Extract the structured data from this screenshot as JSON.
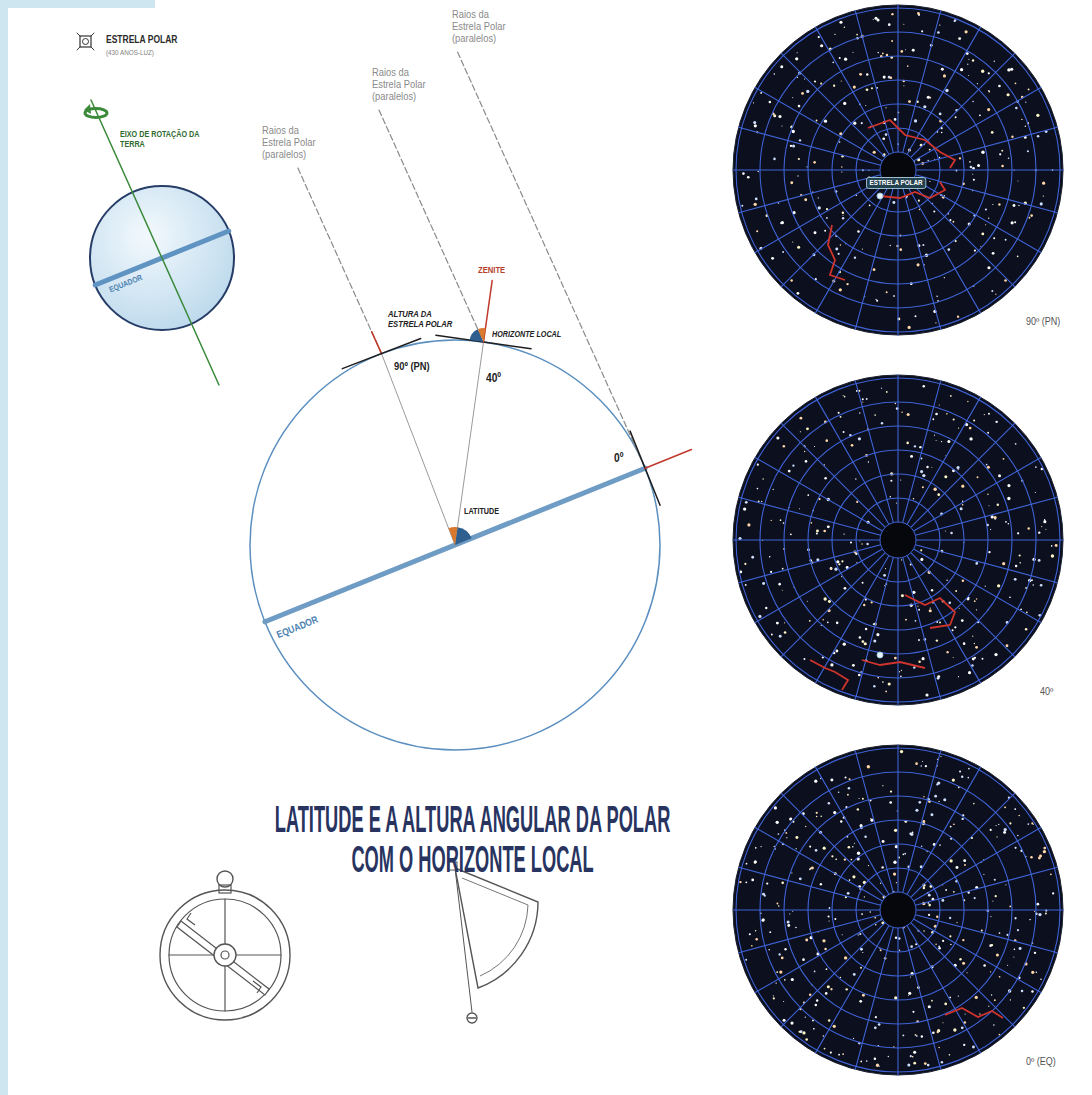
{
  "diagram": {
    "title": "LATITUDE E A ALTURA ANGULAR DA POLAR COM O HORIZONTE LOCAL",
    "labels": [
      "ESTRELA POLAR",
      "(430 ANOS-LUZ)",
      "EIXO DE ROTAÇÃO DA TERRA",
      "EQUADOR",
      "Raios da Estrela Polar (paralelos)",
      "Raios da Estrela Polar (paralelos)",
      "Raios da Estrela Polar (paralelos)",
      "ZENITE",
      "ALTURA DA ESTRELA POLAR",
      "HORIZONTE LOCAL",
      "90º (PN)",
      "40º",
      "0º",
      "LATITUDE",
      "EQUADOR",
      "ESTRELA POLAR",
      "90º (PN)",
      "40º",
      "0º (EQ)"
    ]
  }
}
